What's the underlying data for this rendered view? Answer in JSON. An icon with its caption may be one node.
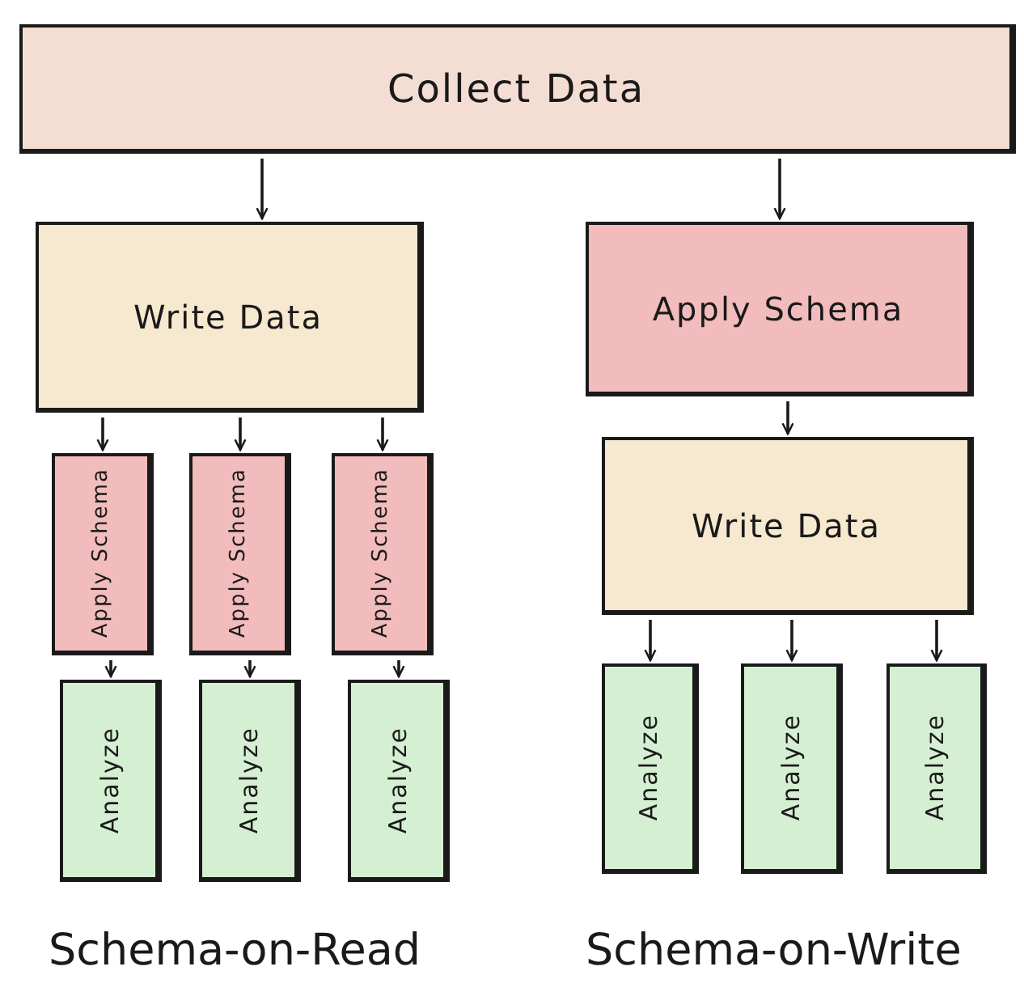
{
  "diagram": {
    "nodes": [
      {
        "text": [
          "Collect Data"
        ]
      },
      {
        "text": [
          "Write Data"
        ]
      },
      {
        "text": [
          "Apply Schema"
        ]
      },
      {
        "text": [
          "Apply Schema"
        ]
      },
      {
        "text": [
          "Apply Schema"
        ]
      },
      {
        "text": [
          "Apply Schema"
        ]
      },
      {
        "text": [
          "Write Data"
        ]
      },
      {
        "text": [
          "Analyze"
        ]
      },
      {
        "text": [
          "Analyze"
        ]
      },
      {
        "text": [
          "Analyze"
        ]
      },
      {
        "text": [
          "Analyze"
        ]
      },
      {
        "text": [
          "Analyze"
        ]
      },
      {
        "text": [
          "Analyze"
        ]
      }
    ],
    "edges": [
      {
        "from": 0,
        "to": 1,
        "arrow": "to"
      },
      {
        "from": 0,
        "to": 2,
        "arrow": "to"
      },
      {
        "from": 1,
        "to": 3,
        "arrow": "to"
      },
      {
        "from": 1,
        "to": 4,
        "arrow": "to"
      },
      {
        "from": 1,
        "to": 5,
        "arrow": "to"
      },
      {
        "from": 3,
        "to": 7,
        "arrow": "to"
      },
      {
        "from": 4,
        "to": 8,
        "arrow": "to"
      },
      {
        "from": 5,
        "to": 9,
        "arrow": "to"
      },
      {
        "from": 2,
        "to": 6,
        "arrow": "to"
      },
      {
        "from": 6,
        "to": 10,
        "arrow": "to"
      },
      {
        "from": 6,
        "to": 11,
        "arrow": "to"
      },
      {
        "from": 6,
        "to": 12,
        "arrow": "to"
      }
    ],
    "labels": [
      "Schema-on-Read",
      "Schema-on-Write"
    ]
  }
}
